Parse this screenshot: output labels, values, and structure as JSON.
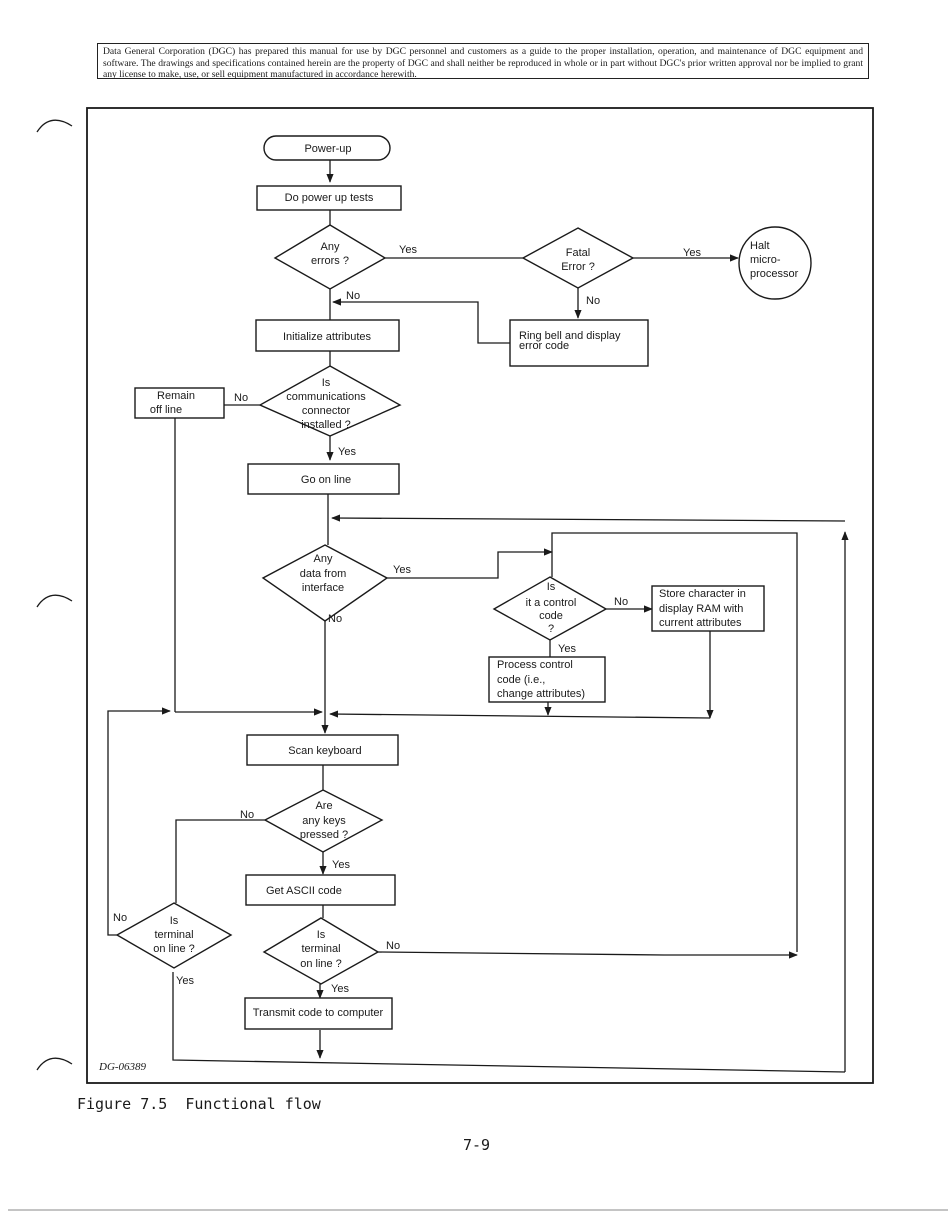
{
  "notice": "Data General Corporation (DGC) has prepared this manual for use by DGC personnel and customers as a guide to the proper installation, operation, and maintenance of DGC equipment and software. The drawings and specifications contained herein are the property of DGC and shall neither be reproduced in whole or in part without DGC's prior written approval nor be implied to grant any license to make, use, or sell equipment manufactured in accordance herewith.",
  "nodes": {
    "power_up": [
      "Power-up"
    ],
    "power_tests": [
      "Do power  up tests"
    ],
    "any_errors": [
      "Any",
      "errors ?"
    ],
    "fatal_error": [
      "Fatal",
      "Error ?"
    ],
    "halt": [
      "Halt",
      "micro-",
      "processor"
    ],
    "ring_bell": [
      "Ring bell and display",
      "error code"
    ],
    "init_attr": [
      "Initialize attributes"
    ],
    "comm_installed": [
      "Is",
      "communications",
      "connector",
      "installed ?"
    ],
    "remain_off": [
      "Remain",
      "off line"
    ],
    "go_online": [
      "Go on line"
    ],
    "any_data": [
      "Any",
      "data from",
      "interface"
    ],
    "control_code": [
      "Is",
      "it a control",
      "code",
      "?"
    ],
    "store_char": [
      "Store character  in",
      "display RAM with",
      "current  attributes"
    ],
    "process_ctrl": [
      "Process control",
      "code (i.e.,",
      "change attributes)"
    ],
    "scan_kbd": [
      "Scan  keyboard"
    ],
    "keys_pressed": [
      "Are",
      "any keys",
      "pressed ?"
    ],
    "get_ascii": [
      "Get ASCII    code"
    ],
    "term_online_left": [
      "Is",
      "terminal",
      "on line ?"
    ],
    "term_online_mid": [
      "Is",
      "terminal",
      "on line ?"
    ],
    "transmit": [
      "Transmit code to  computer"
    ]
  },
  "edge_labels": {
    "errors_yes": "Yes",
    "fatal_yes": "Yes",
    "fatal_no": "No",
    "errors_no": "No",
    "comm_no": "No",
    "comm_yes": "Yes",
    "data_yes": "Yes",
    "data_no": "No",
    "ctrl_no": "No",
    "ctrl_yes": "Yes",
    "keys_no": "No",
    "keys_yes": "Yes",
    "left_no": "No",
    "left_yes": "Yes",
    "mid_no": "No",
    "mid_yes": "Yes"
  },
  "drawing_code": "DG-06389",
  "caption": "Figure 7.5  Functional flow",
  "page_number": "7-9"
}
